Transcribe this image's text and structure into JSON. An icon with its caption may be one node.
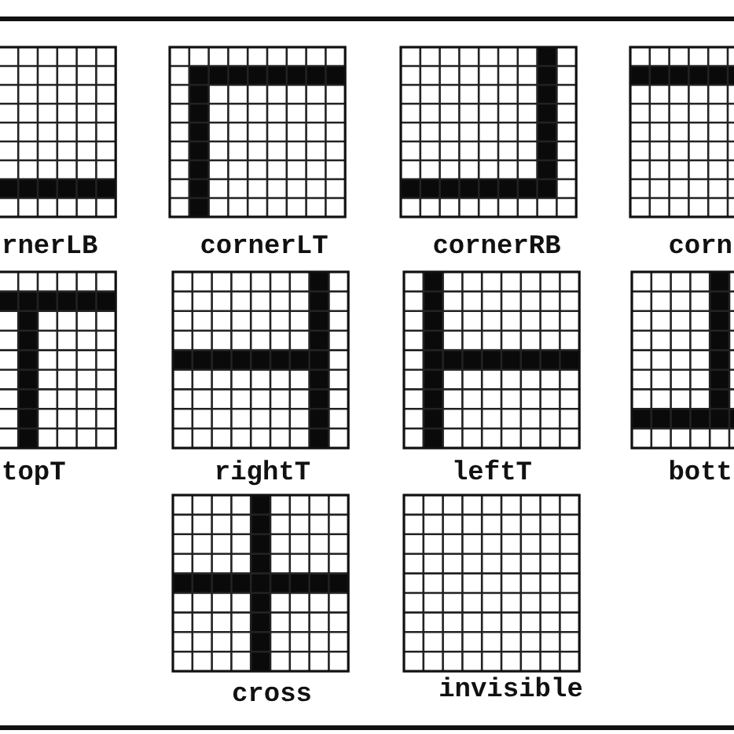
{
  "diagram": {
    "nodes": [
      {
        "text": [
          "rnerLB"
        ]
      },
      {
        "text": [
          "cornerLT"
        ]
      },
      {
        "text": [
          "cornerRB"
        ]
      },
      {
        "text": [
          "corn"
        ]
      },
      {
        "text": [
          "topT"
        ]
      },
      {
        "text": [
          "rightT"
        ]
      },
      {
        "text": [
          "leftT"
        ]
      },
      {
        "text": [
          "bott"
        ]
      },
      {
        "text": [
          "cross"
        ]
      },
      {
        "text": [
          "invisible"
        ]
      }
    ]
  }
}
